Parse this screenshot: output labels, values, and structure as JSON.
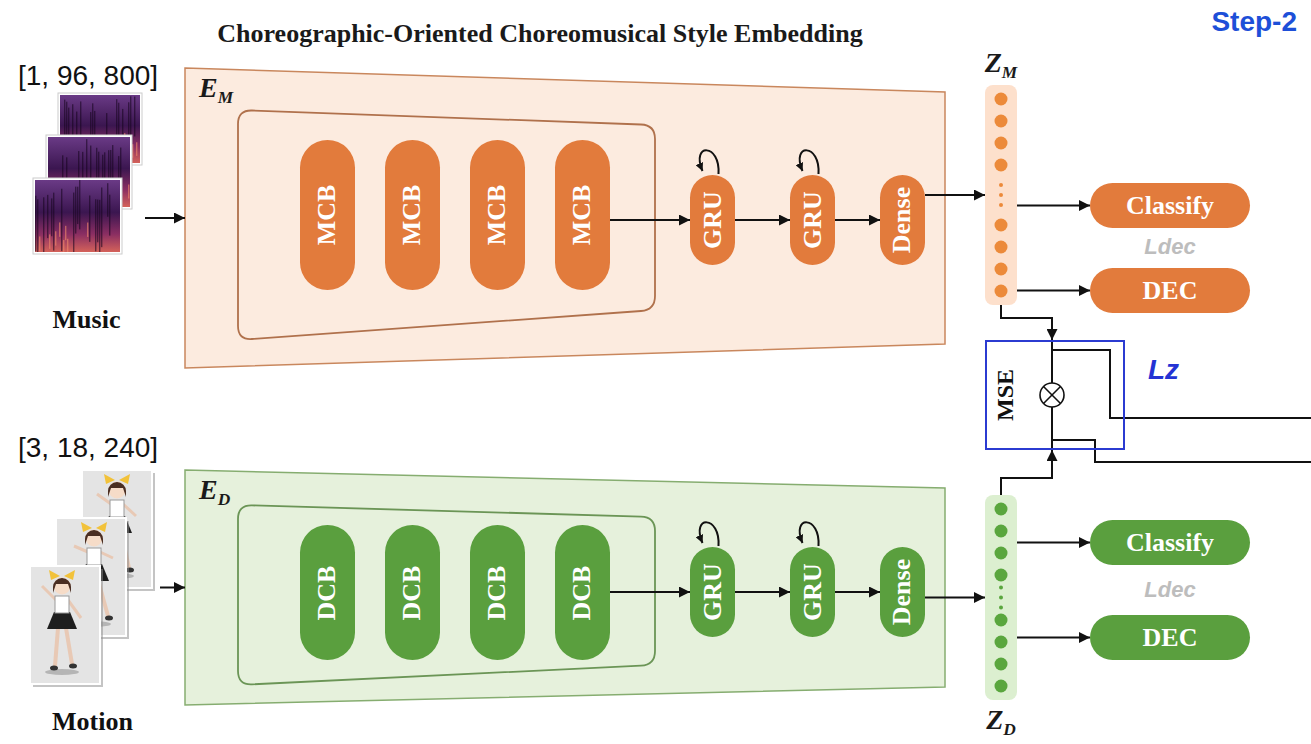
{
  "diagram": {
    "title": "Choreographic-Oriented Choreomusical Style Embedding",
    "nodes": [
      {
        "text": [
          "Music"
        ]
      },
      {
        "text": [
          "EM"
        ]
      },
      {
        "text": [
          "MCB"
        ],
        "in": 1
      },
      {
        "text": [
          "MCB"
        ],
        "in": 1
      },
      {
        "text": [
          "MCB"
        ],
        "in": 1
      },
      {
        "text": [
          "MCB"
        ],
        "in": 1
      },
      {
        "text": [
          "GRU"
        ],
        "in": 1
      },
      {
        "text": [
          "GRU"
        ],
        "in": 1
      },
      {
        "text": [
          "Dense"
        ],
        "in": 1
      },
      {
        "text": [
          "ZM"
        ]
      },
      {
        "text": [
          "Classify"
        ]
      },
      {
        "text": [
          "DEC"
        ]
      },
      {
        "text": [
          "MSE",
          "Lz"
        ]
      },
      {
        "text": [
          "Motion"
        ]
      },
      {
        "text": [
          "ED"
        ]
      },
      {
        "text": [
          "DCB"
        ],
        "in": 14
      },
      {
        "text": [
          "DCB"
        ],
        "in": 14
      },
      {
        "text": [
          "DCB"
        ],
        "in": 14
      },
      {
        "text": [
          "DCB"
        ],
        "in": 14
      },
      {
        "text": [
          "GRU"
        ],
        "in": 14
      },
      {
        "text": [
          "GRU"
        ],
        "in": 14
      },
      {
        "text": [
          "Dense"
        ],
        "in": 14
      },
      {
        "text": [
          "ZD"
        ]
      },
      {
        "text": [
          "Classify"
        ]
      },
      {
        "text": [
          "DEC"
        ]
      }
    ],
    "edges": [
      {
        "from": 0,
        "to": 1,
        "arrow": "to"
      },
      {
        "from": 5,
        "to": 6,
        "arrow": "to"
      },
      {
        "from": 6,
        "to": 7,
        "arrow": "to"
      },
      {
        "from": 7,
        "to": 8,
        "arrow": "to"
      },
      {
        "from": 8,
        "to": 9,
        "arrow": "to"
      },
      {
        "from": 9,
        "to": 10,
        "arrow": "to"
      },
      {
        "from": 9,
        "to": 11,
        "arrow": "to"
      },
      {
        "from": 9,
        "to": 12,
        "arrow": "to"
      },
      {
        "from": 13,
        "to": 14,
        "arrow": "to"
      },
      {
        "from": 18,
        "to": 19,
        "arrow": "to"
      },
      {
        "from": 19,
        "to": 20,
        "arrow": "to"
      },
      {
        "from": 20,
        "to": 21,
        "arrow": "to"
      },
      {
        "from": 21,
        "to": 22,
        "arrow": "to"
      },
      {
        "from": 22,
        "to": 23,
        "arrow": "to"
      },
      {
        "from": 22,
        "to": 24,
        "arrow": "to"
      },
      {
        "from": 22,
        "to": 12,
        "arrow": "to"
      }
    ],
    "labels": [
      "Step-2",
      "[1, 96, 800]",
      "Ldec",
      "[3, 18, 240]",
      "Ldec"
    ]
  }
}
